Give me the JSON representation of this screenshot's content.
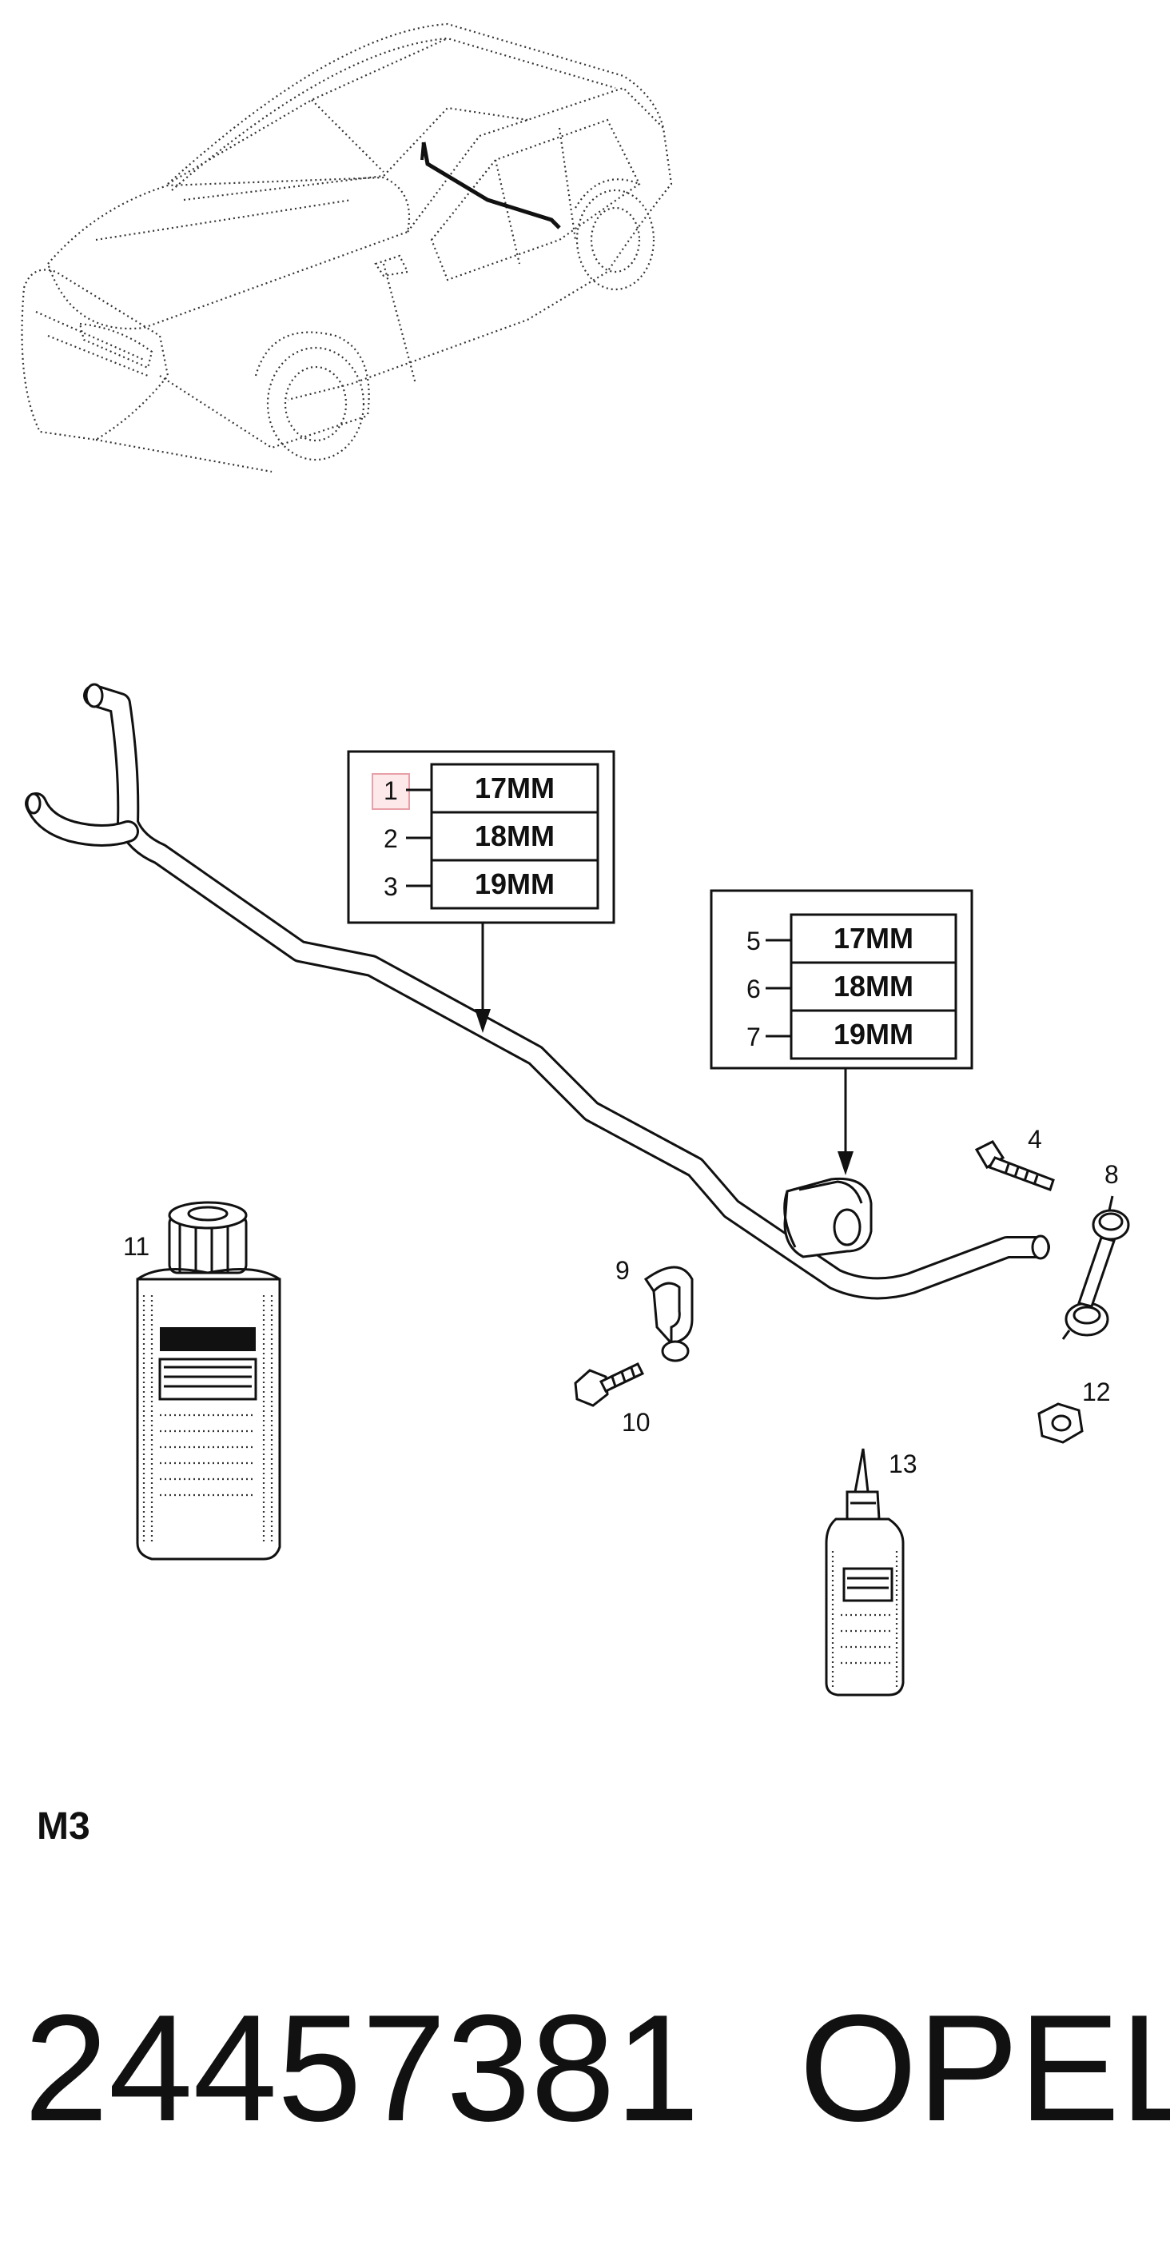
{
  "callouts": {
    "c1": "1",
    "c2": "2",
    "c3": "3",
    "c4": "4",
    "c5": "5",
    "c6": "6",
    "c7": "7",
    "c8": "8",
    "c9": "9",
    "c10": "10",
    "c11": "11",
    "c12": "12",
    "c13": "13"
  },
  "size_table_1": {
    "r1": "17MM",
    "r2": "18MM",
    "r3": "19MM"
  },
  "size_table_2": {
    "r1": "17MM",
    "r2": "18MM",
    "r3": "19MM"
  },
  "group_code": "M3",
  "part_number": "24457381",
  "brand": "OPEL",
  "colors": {
    "line": "#111111",
    "highlight": "#e8a0a8"
  }
}
